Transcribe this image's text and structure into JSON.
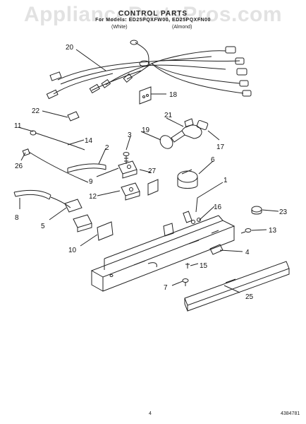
{
  "page": {
    "watermark": "AppliancePartsPros.com",
    "title": "CONTROL PARTS",
    "models": "For Models: ED25PQXFW00, ED25PQXFN00",
    "variant_left": "(White)",
    "variant_right": "(Almond)",
    "page_number": "4",
    "doc_number": "4384781"
  },
  "callouts": [
    {
      "id": "l20",
      "label": "20"
    },
    {
      "id": "l18",
      "label": "18"
    },
    {
      "id": "l22",
      "label": "22"
    },
    {
      "id": "l21",
      "label": "21"
    },
    {
      "id": "l11",
      "label": "11"
    },
    {
      "id": "l14",
      "label": "14"
    },
    {
      "id": "l3",
      "label": "3"
    },
    {
      "id": "l19",
      "label": "19"
    },
    {
      "id": "l17",
      "label": "17"
    },
    {
      "id": "l2",
      "label": "2"
    },
    {
      "id": "l26",
      "label": "26"
    },
    {
      "id": "l27",
      "label": "27"
    },
    {
      "id": "l6",
      "label": "6"
    },
    {
      "id": "l9",
      "label": "9"
    },
    {
      "id": "l1",
      "label": "1"
    },
    {
      "id": "l12",
      "label": "12"
    },
    {
      "id": "l16",
      "label": "16"
    },
    {
      "id": "l23",
      "label": "23"
    },
    {
      "id": "l8",
      "label": "8"
    },
    {
      "id": "l5",
      "label": "5"
    },
    {
      "id": "l13",
      "label": "13"
    },
    {
      "id": "l10",
      "label": "10"
    },
    {
      "id": "l4",
      "label": "4"
    },
    {
      "id": "l15",
      "label": "15"
    },
    {
      "id": "l7",
      "label": "7"
    },
    {
      "id": "l25",
      "label": "25"
    }
  ]
}
